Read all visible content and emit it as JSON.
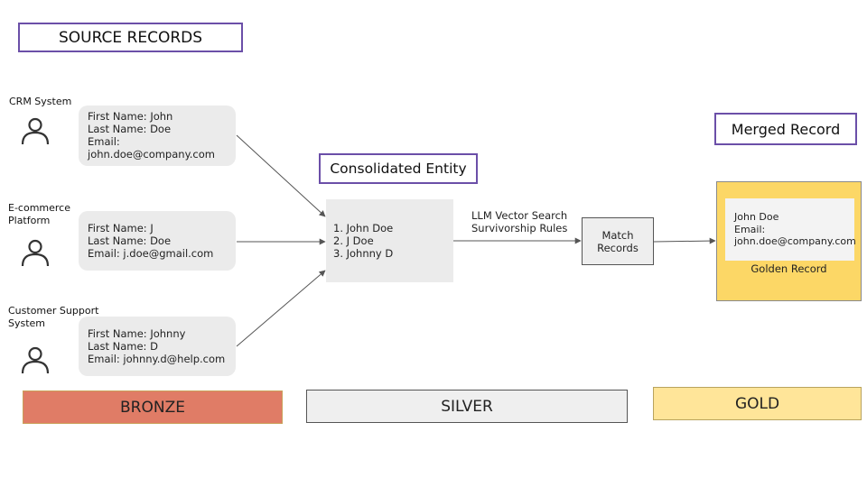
{
  "source_title": "SOURCE RECORDS",
  "merged_title": "Merged Record",
  "entity_title": "Consolidated Entity",
  "sources": [
    {
      "label_lines": [
        "CRM System"
      ],
      "fields": [
        "First Name: John",
        "Last Name: Doe",
        "Email:",
        "john.doe@company.com"
      ]
    },
    {
      "label_lines": [
        "E-commerce",
        "Platform"
      ],
      "fields": [
        "First Name: J",
        "Last Name: Doe",
        "Email: j.doe@gmail.com"
      ]
    },
    {
      "label_lines": [
        "Customer Support",
        "System"
      ],
      "fields": [
        "First Name: Johnny",
        "Last Name: D",
        "Email: johnny.d@help.com"
      ]
    }
  ],
  "entity_items": [
    "1. John Doe",
    "2. J Doe",
    "3. Johnny D"
  ],
  "rules_lines": [
    "LLM Vector Search",
    "Survivorship Rules"
  ],
  "match_lines": [
    "Match",
    "Records"
  ],
  "golden": {
    "lines": [
      "John Doe",
      "Email:",
      "john.doe@company.com"
    ],
    "caption": "Golden Record"
  },
  "tiers": {
    "bronze": "BRONZE",
    "silver": "SILVER",
    "gold": "GOLD"
  },
  "colors": {
    "title_border": "#6b4fa8",
    "bronze": "#e07c66",
    "silver": "#efefef",
    "gold": "#ffe599",
    "golden_record_fill": "#fcd766"
  },
  "icons": [
    "person-icon"
  ]
}
